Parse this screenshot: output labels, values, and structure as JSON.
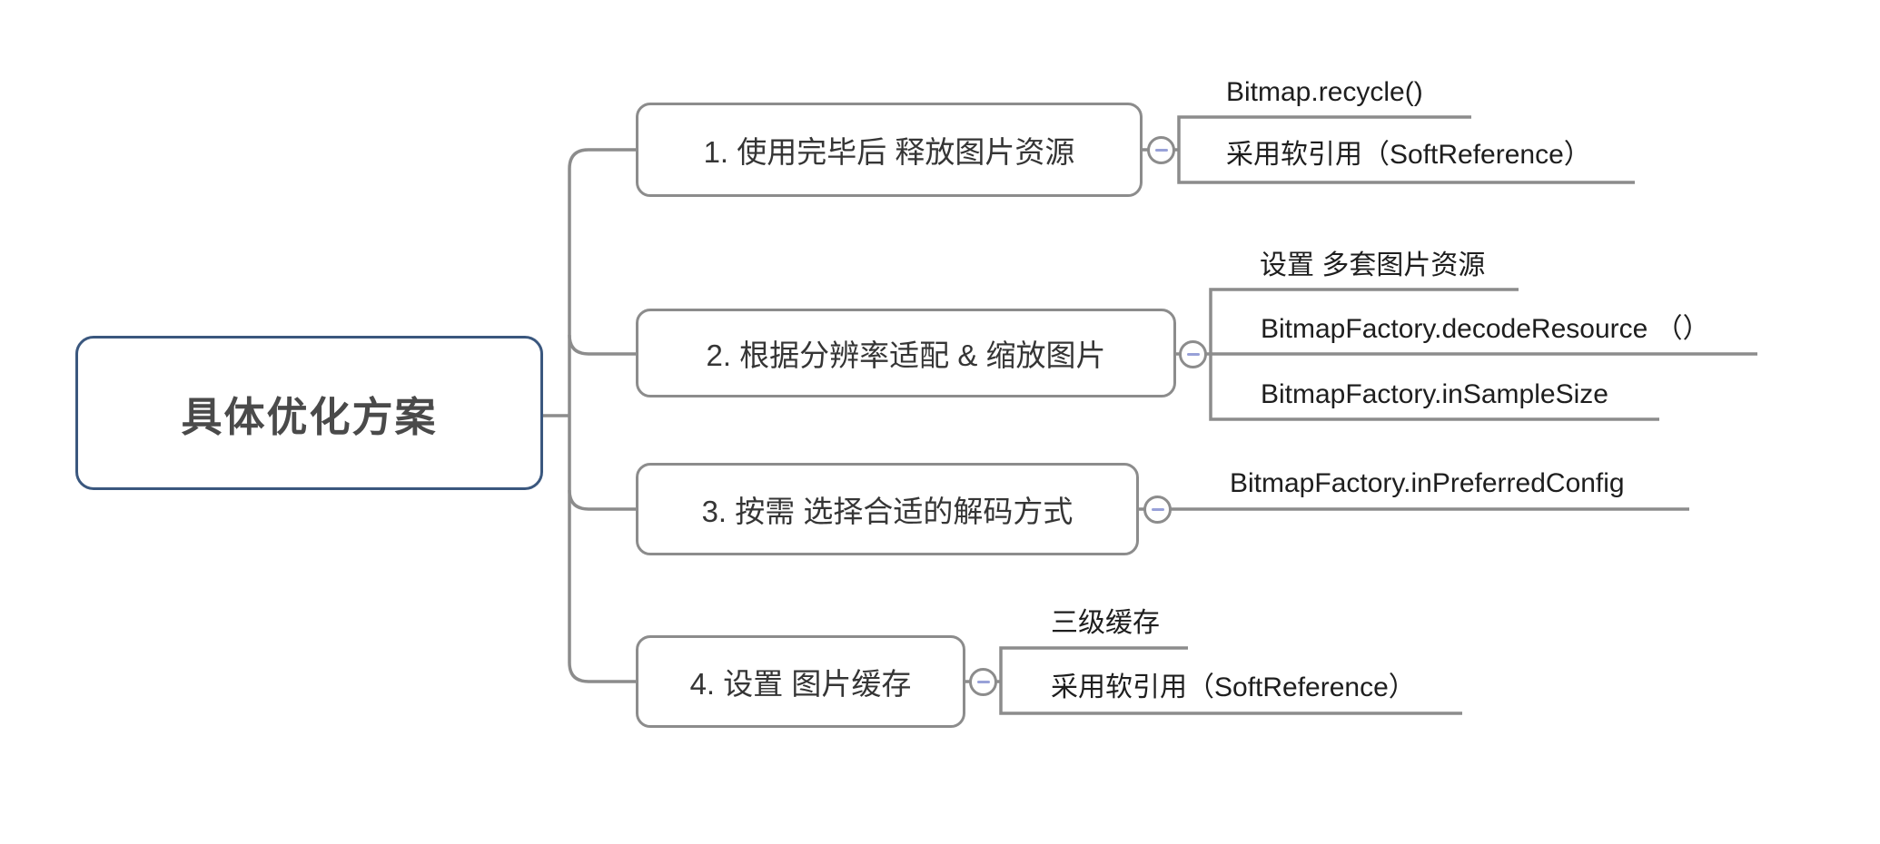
{
  "app": {
    "type": "mindmap",
    "background": "#ffffff"
  },
  "colors": {
    "root_border": "#3a577e",
    "branch_border": "#8c8c8c",
    "connector_line": "#8c8c8c",
    "root_text": "#4a4a4a",
    "branch_text": "#353535",
    "child_text": "#1e1e1e",
    "collapse_minus": "#98a1d8"
  },
  "icons": {
    "collapse_minus_glyph": "−"
  },
  "mindmap": {
    "root": {
      "label": "具体优化方案"
    },
    "branches": [
      {
        "label": "1. 使用完毕后 释放图片资源",
        "collapsed": false,
        "children": [
          {
            "label": "Bitmap.recycle()"
          },
          {
            "label": "采用软引用（SoftReference）"
          }
        ]
      },
      {
        "label": "2. 根据分辨率适配 & 缩放图片",
        "collapsed": false,
        "children": [
          {
            "label": "设置 多套图片资源"
          },
          {
            "label": "BitmapFactory.decodeResource （）"
          },
          {
            "label": "BitmapFactory.inSampleSize"
          }
        ]
      },
      {
        "label": "3. 按需 选择合适的解码方式",
        "collapsed": false,
        "children": [
          {
            "label": "BitmapFactory.inPreferredConfig"
          }
        ]
      },
      {
        "label": "4. 设置 图片缓存",
        "collapsed": false,
        "children": [
          {
            "label": "三级缓存"
          },
          {
            "label": "采用软引用（SoftReference）"
          }
        ]
      }
    ]
  }
}
